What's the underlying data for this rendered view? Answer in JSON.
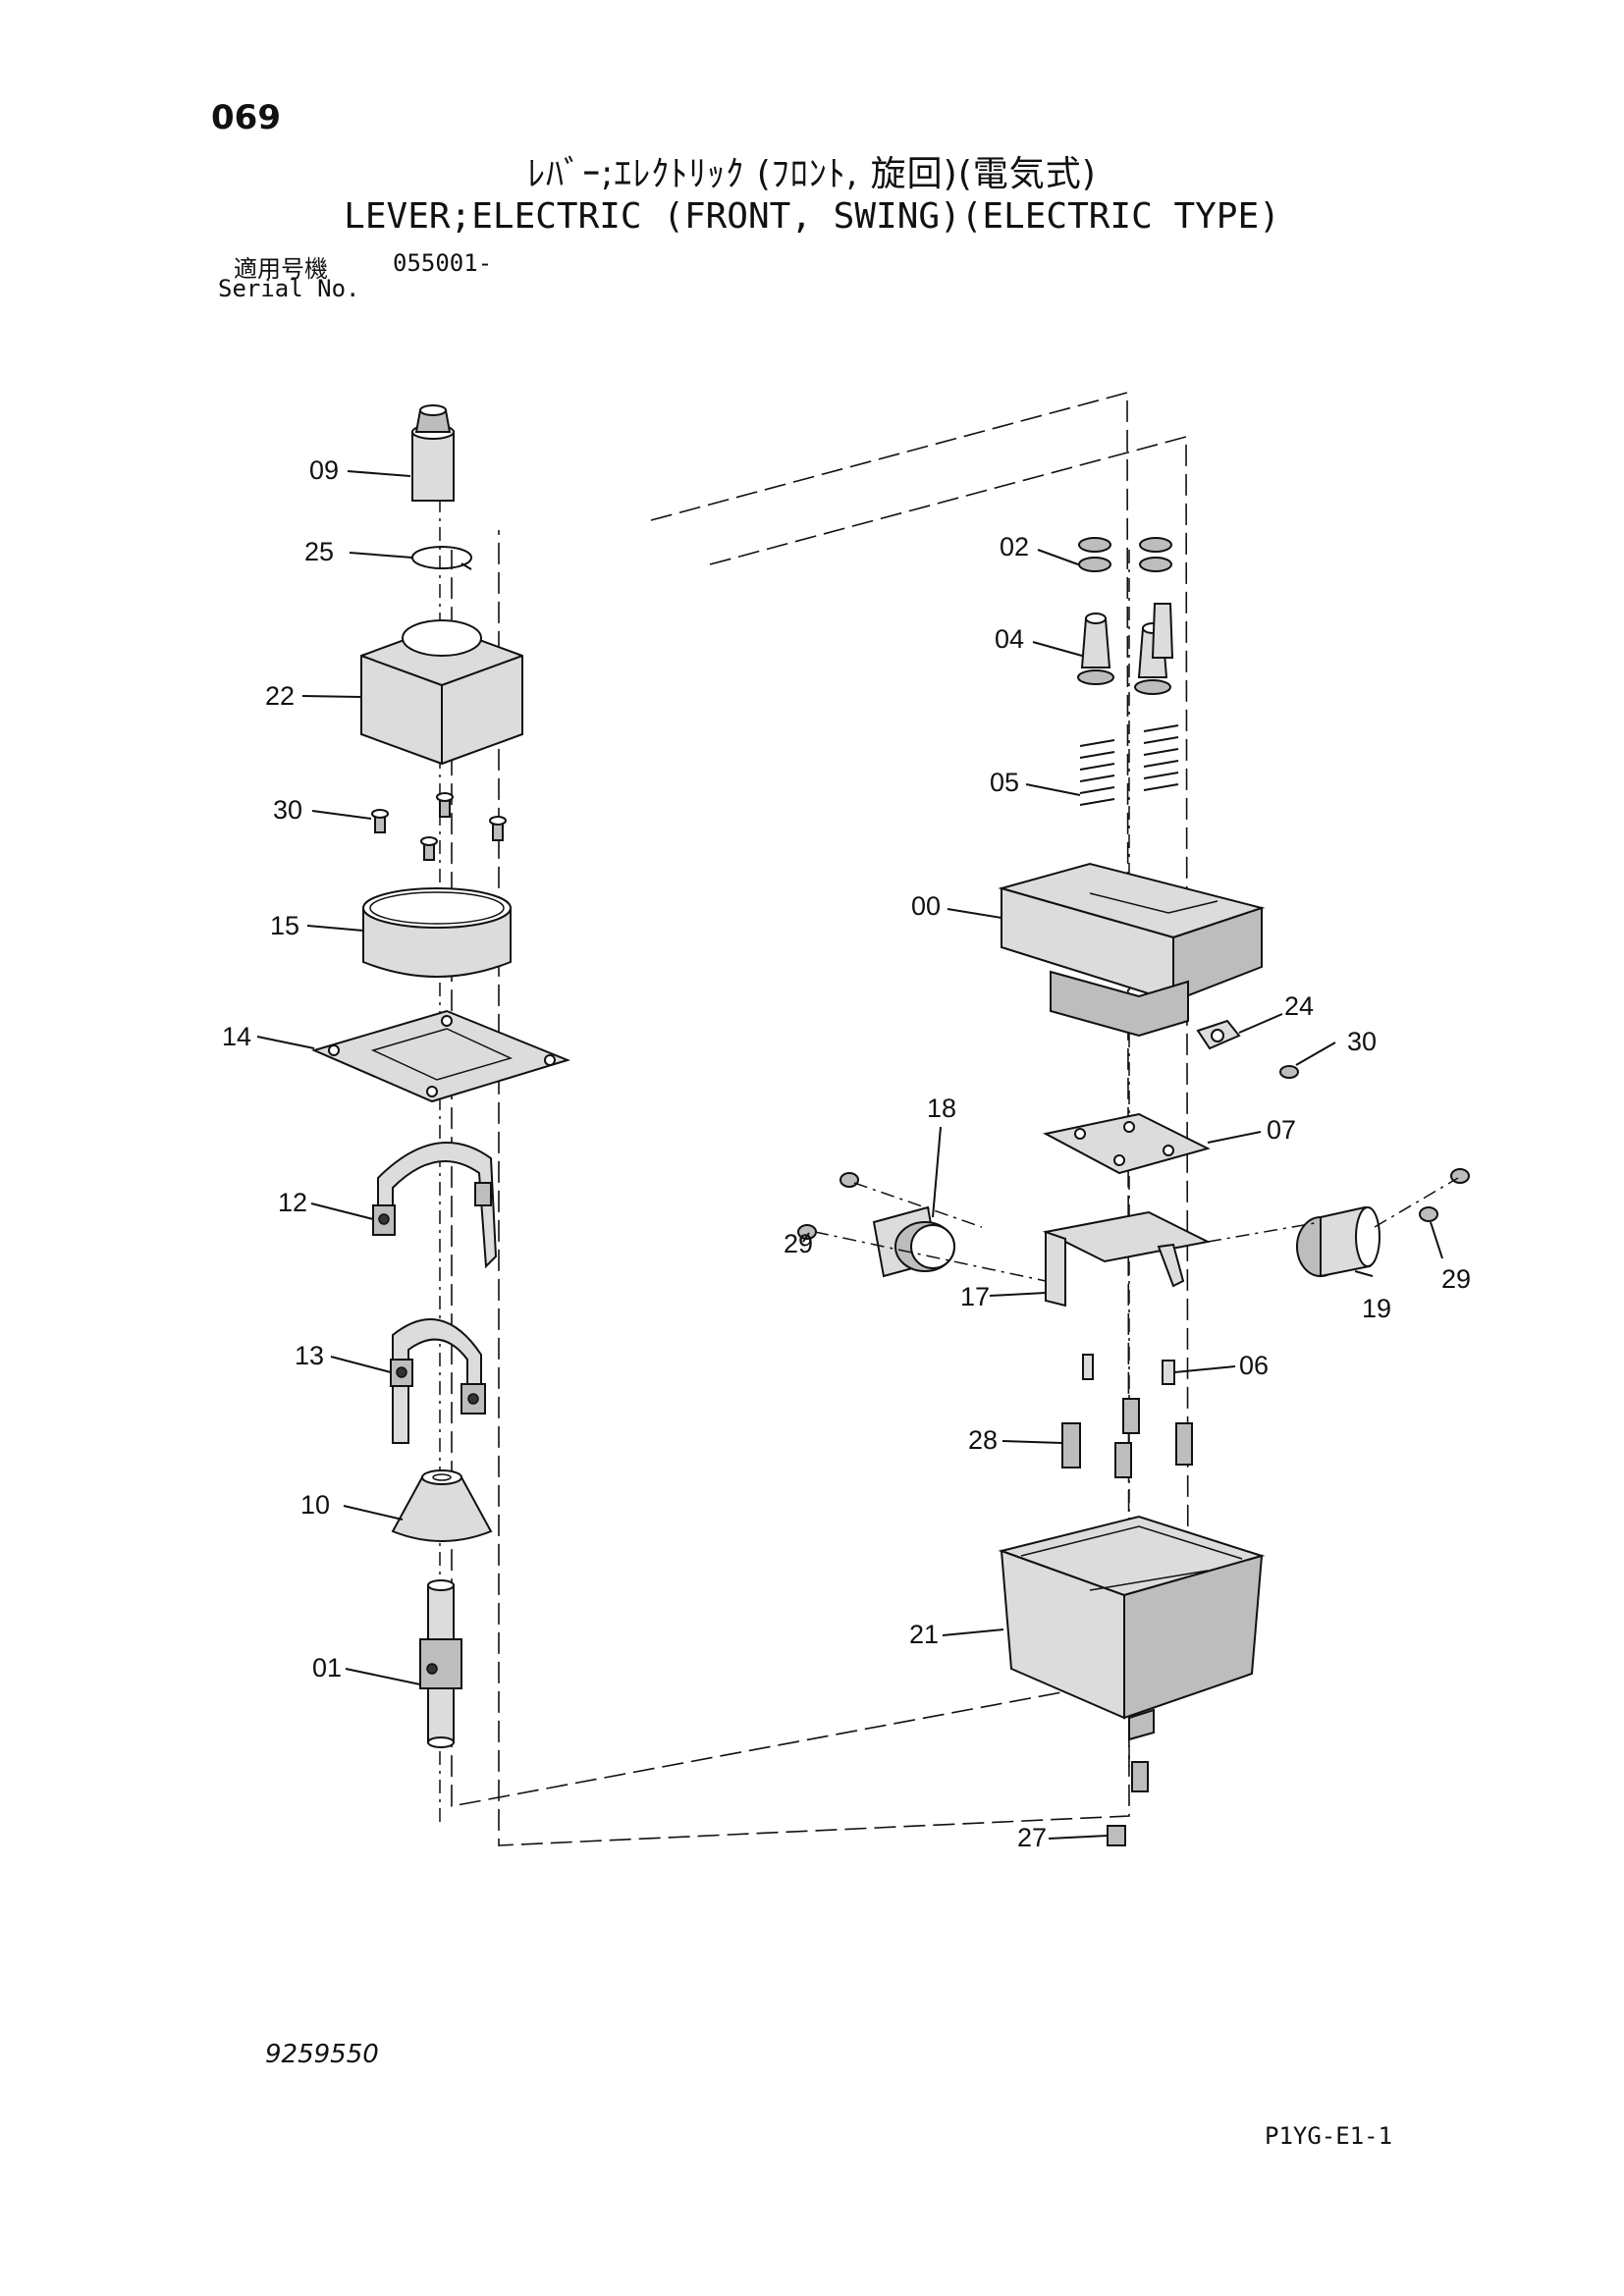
{
  "header": {
    "page_number": "069",
    "title_ja": "ﾚﾊﾞｰ;ｴﾚｸﾄﾘｯｸ (ﾌﾛﾝﾄ, 旋回)(電気式)",
    "title_en": "LEVER;ELECTRIC (FRONT, SWING)(ELECTRIC TYPE)",
    "serial_label_ja": "適用号機",
    "serial_value": "055001-",
    "serial_label_en": "Serial No."
  },
  "callouts": {
    "c09": "09",
    "c25": "25",
    "c22": "22",
    "c30a": "30",
    "c15": "15",
    "c14": "14",
    "c12": "12",
    "c13": "13",
    "c10": "10",
    "c01": "01",
    "c02": "02",
    "c04": "04",
    "c05": "05",
    "c00": "00",
    "c24": "24",
    "c30b": "30",
    "c18": "18",
    "c07": "07",
    "c29a": "29",
    "c17": "17",
    "c19": "19",
    "c29b": "29",
    "c06": "06",
    "c28": "28",
    "c21": "21",
    "c27": "27"
  },
  "footer": {
    "document_number": "9259550",
    "page_code": "P1YG-E1-1"
  }
}
